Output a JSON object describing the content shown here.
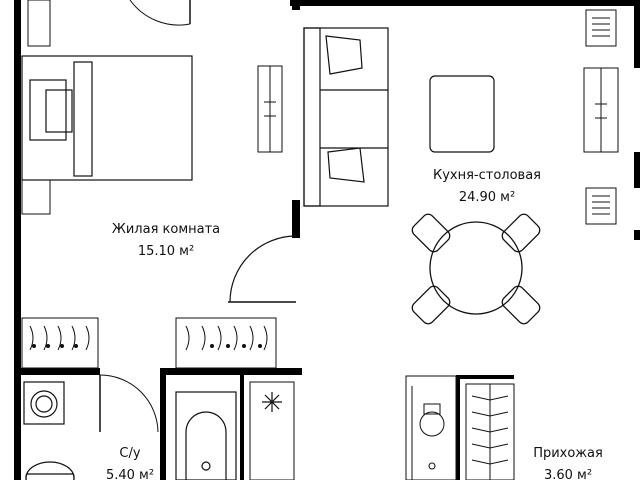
{
  "rooms": {
    "living": {
      "name": "Жилая комната",
      "area": "15.10 м²"
    },
    "kitchen": {
      "name": "Кухня-столовая",
      "area": "24.90 м²"
    },
    "bathroom": {
      "name": "С/у",
      "area": "5.40 м²"
    },
    "hallway": {
      "name": "Прихожая",
      "area": "3.60 м²"
    }
  },
  "colors": {
    "wall": "#000000",
    "line": "#111111",
    "background": "#ffffff"
  }
}
